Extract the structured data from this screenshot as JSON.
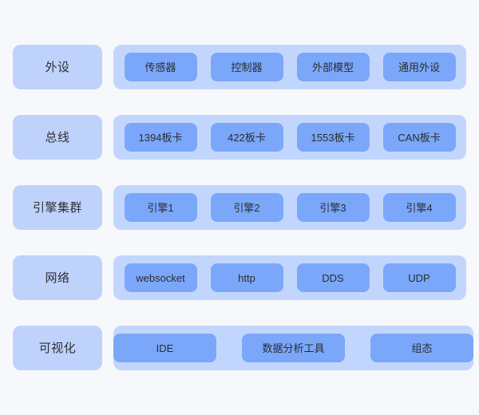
{
  "palette": {
    "page_background": "#f6f8fc",
    "label_card": "#bed2fb",
    "items_card": "#c2d6fd",
    "chip": "#7aa7f9",
    "text": "#2f3133"
  },
  "diagram": {
    "rows": [
      {
        "label": "外设",
        "items": [
          "传感器",
          "控制器",
          "外部模型",
          "通用外设"
        ]
      },
      {
        "label": "总线",
        "items": [
          "1394板卡",
          "422板卡",
          "1553板卡",
          "CAN板卡"
        ]
      },
      {
        "label": "引擎集群",
        "items": [
          "引擎1",
          "引擎2",
          "引擎3",
          "引擎4"
        ]
      },
      {
        "label": "网络",
        "items": [
          "websocket",
          "http",
          "DDS",
          "UDP"
        ]
      },
      {
        "label": "可视化",
        "items": [
          "IDE",
          "数据分析工具",
          "组态"
        ]
      }
    ]
  }
}
